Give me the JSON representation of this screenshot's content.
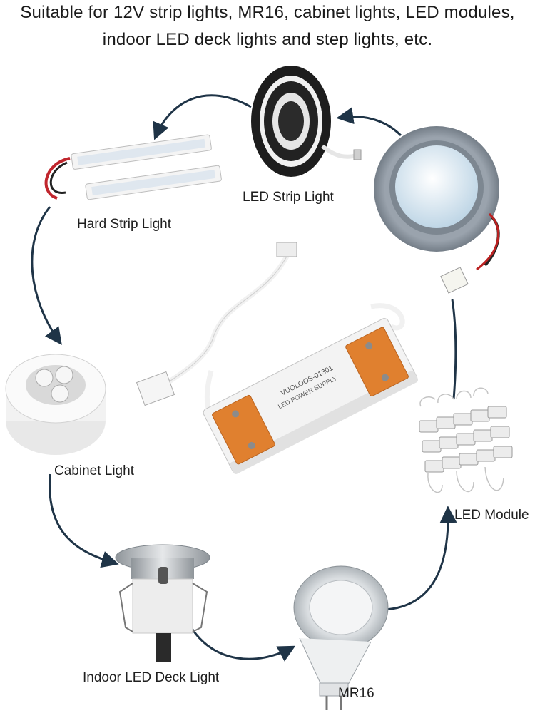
{
  "header": {
    "line1": "Suitable for 12V strip lights, MR16, cabinet lights, LED modules,",
    "line2": "indoor LED deck lights and step lights, etc."
  },
  "labels": {
    "led_strip": "LED Strip Light",
    "hard_strip": "Hard Strip Light",
    "cabinet": "Cabinet Light",
    "deck": "Indoor LED Deck Light",
    "mr16": "MR16",
    "led_module": "LED Module"
  },
  "driver": {
    "model": "VUOLOOS-01301",
    "title": "LED POWER SUPPLY"
  },
  "colors": {
    "arrow": "#1f3447",
    "connector_orange": "#e0802f",
    "body_white": "#f3f3f3"
  }
}
